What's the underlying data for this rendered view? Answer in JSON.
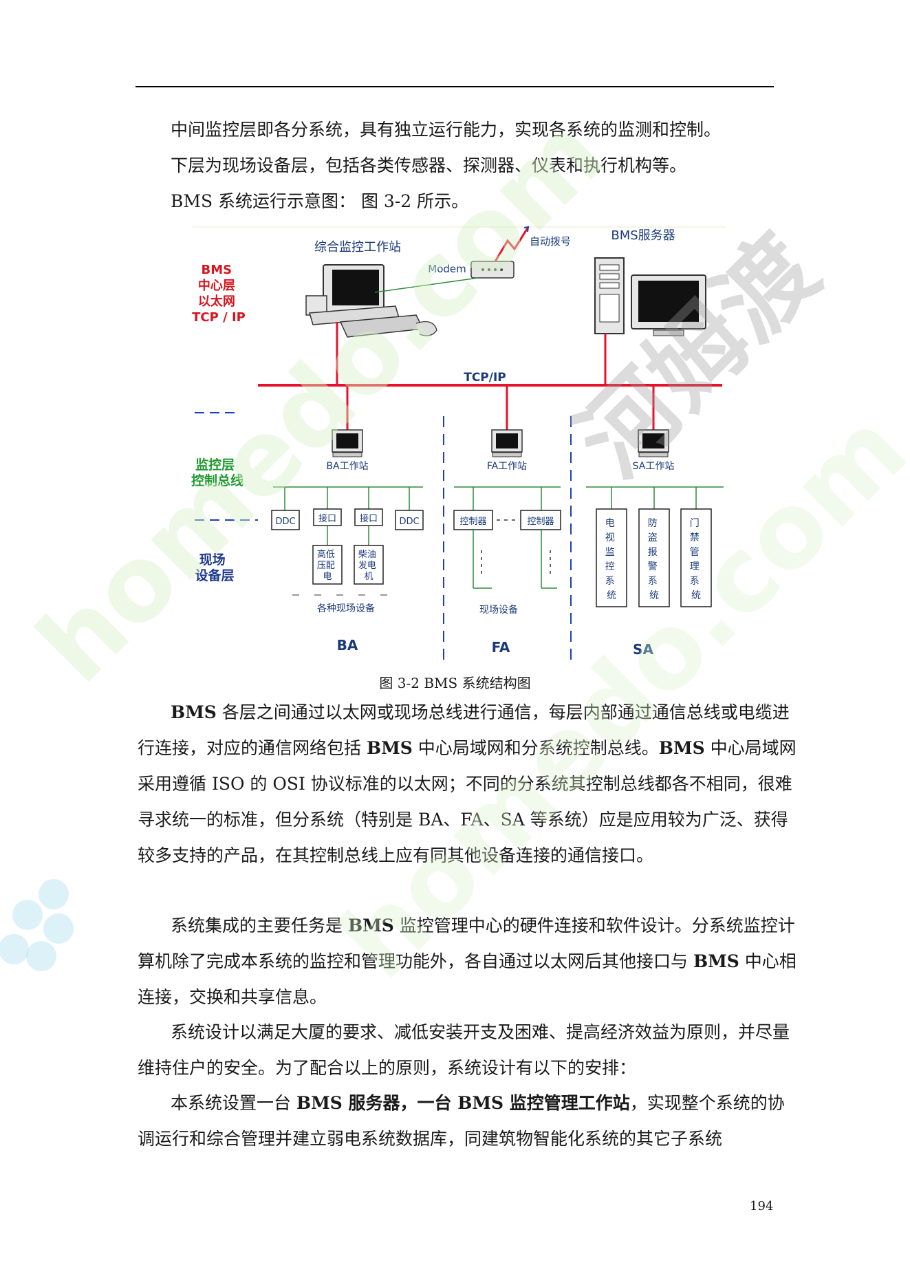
{
  "page": {
    "page_number": "194",
    "intro_lines": [
      "中间监控层即各分系统，具有独立运行能力，实现各系统的监测和控制。",
      "下层为现场设备层，包括各类传感器、探测器、仪表和执行机构等。",
      "BMS 系统运行示意图：  图 3-2 所示。"
    ],
    "figure_caption": "图 3-2 BMS  系统结构图",
    "paragraphs": [
      {
        "segments": [
          {
            "text": "BMS",
            "bold": true
          },
          {
            "text": " 各层之间通过以太网或现场总线进行通信，每层内部通过通信总线或电缆进行连接，对应的通信网络包括 ",
            "bold": false
          },
          {
            "text": "BMS",
            "bold": true
          },
          {
            "text": " 中心局域网和分系统控制总线。",
            "bold": false
          },
          {
            "text": "BMS",
            "bold": true
          },
          {
            "text": " 中心局域网采用遵循 ISO 的 OSI 协议标准的以太网；不同的分系统其控制总线都各不相同，很难寻求统一的标准，但分系统（特别是 BA、FA、SA 等系统）应是应用较为广泛、获得较多支持的产品，在其控制总线上应有同其他设备连接的通信接口。",
            "bold": false
          }
        ]
      },
      {
        "segments": [
          {
            "text": "系统集成的主要任务是 ",
            "bold": false
          },
          {
            "text": "BMS",
            "bold": true
          },
          {
            "text": " 监控管理中心的硬件连接和软件设计。分系统监控计算机除了完成本系统的监控和管理功能外，各自通过以太网后其他接口与 ",
            "bold": false
          },
          {
            "text": "BMS",
            "bold": true
          },
          {
            "text": " 中心相连接，交换和共享信息。",
            "bold": false
          }
        ]
      },
      {
        "segments": [
          {
            "text": "系统设计以满足大厦的要求、减低安装开支及困难、提高经济效益为原则，并尽量维持住户的安全。为了配合以上的原则，系统设计有以下的安排：",
            "bold": false
          }
        ]
      },
      {
        "segments": [
          {
            "text": "本系统设置一台 ",
            "bold": false
          },
          {
            "text": "BMS 服务器，一台 BMS 监控管理工作站",
            "bold": true
          },
          {
            "text": "，实现整个系统的协调运行和综合管理并建立弱电系统数据库，同建筑物智能化系统的其它子系统",
            "bold": false
          }
        ]
      }
    ]
  },
  "diagram": {
    "layer_labels": {
      "center": [
        "BMS",
        "中心层",
        "以太网",
        "TCP / IP"
      ],
      "monitor": [
        "监控层",
        "控制总线"
      ],
      "field": [
        "现场",
        "设备层"
      ]
    },
    "workstation_label": "综合监控工作站",
    "modem_label": "Modem",
    "autodial_label": "自动拨号",
    "server_label": "BMS服务器",
    "bus_label": "TCP/IP",
    "stations": [
      "BA工作站",
      "FA工作站",
      "SA工作站"
    ],
    "ba_devices": [
      "DDC",
      "接口",
      "接口",
      "DDC"
    ],
    "ba_sub_devices": [
      [
        "高低",
        "压配",
        "电"
      ],
      [
        "柴油",
        "发电",
        "机"
      ]
    ],
    "ba_field_label": "各种现场设备",
    "fa_devices": [
      "控制器",
      "控制器"
    ],
    "fa_field_label": "现场设备",
    "sa_devices": [
      [
        "电",
        "视",
        "监",
        "控",
        "系",
        "统"
      ],
      [
        "防",
        "盗",
        "报",
        "警",
        "系",
        "统"
      ],
      [
        "门",
        "禁",
        "管",
        "理",
        "系",
        "统"
      ]
    ],
    "group_labels": [
      "BA",
      "FA",
      "SA"
    ],
    "colors": {
      "bus": "#e8102a",
      "layer_label_red": "#d8141f",
      "layer_label_green": "#1f9a2e",
      "line_green": "#2e8b3a",
      "dashed_blue": "#1d3fb0"
    }
  },
  "watermarks": [
    "homedo.com",
    "河姆渡"
  ]
}
